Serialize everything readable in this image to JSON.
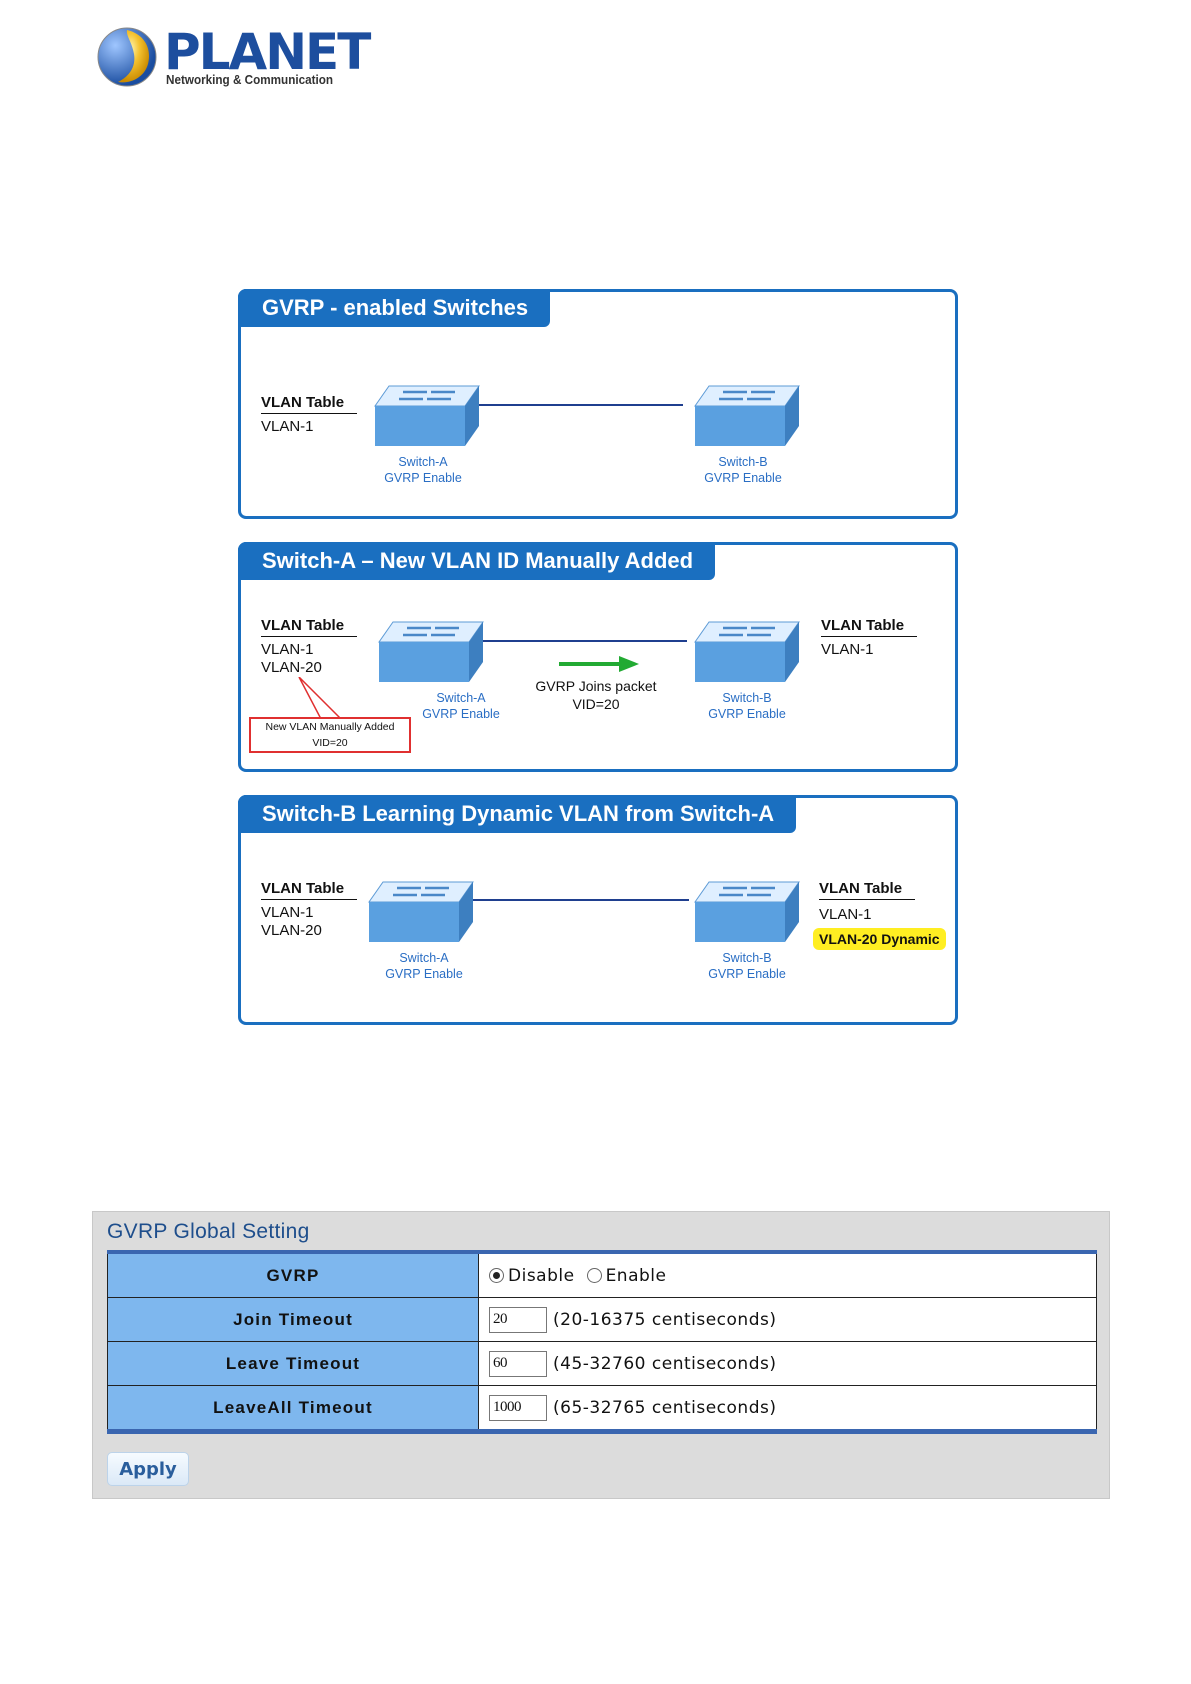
{
  "brand": {
    "name": "PLANET",
    "tagline": "Networking & Communication"
  },
  "diagram": {
    "panels": [
      {
        "title": "GVRP - enabled Switches",
        "left_table": {
          "heading": "VLAN Table",
          "items": [
            "VLAN-1"
          ]
        },
        "switch_a": {
          "name": "Switch-A",
          "status": "GVRP Enable"
        },
        "switch_b": {
          "name": "Switch-B",
          "status": "GVRP Enable"
        }
      },
      {
        "title": "Switch-A – New VLAN ID Manually Added",
        "left_table": {
          "heading": "VLAN Table",
          "items": [
            "VLAN-1",
            "VLAN-20"
          ]
        },
        "right_table": {
          "heading": "VLAN Table",
          "items": [
            "VLAN-1"
          ]
        },
        "switch_a": {
          "name": "Switch-A",
          "status": "GVRP Enable"
        },
        "switch_b": {
          "name": "Switch-B",
          "status": "GVRP Enable"
        },
        "packet": {
          "line1": "GVRP Joins packet",
          "line2": "VID=20"
        },
        "callout": {
          "line1": "New VLAN Manually Added",
          "line2": "VID=20"
        }
      },
      {
        "title": "Switch-B Learning Dynamic VLAN from Switch-A",
        "left_table": {
          "heading": "VLAN Table",
          "items": [
            "VLAN-1",
            "VLAN-20"
          ]
        },
        "right_table": {
          "heading": "VLAN Table",
          "items": [
            "VLAN-1"
          ],
          "dynamic": "VLAN-20 Dynamic"
        },
        "switch_a": {
          "name": "Switch-A",
          "status": "GVRP Enable"
        },
        "switch_b": {
          "name": "Switch-B",
          "status": "GVRP Enable"
        }
      }
    ],
    "colors": {
      "panel_border": "#1a6fc0",
      "link": "#1f3f8f",
      "arrow": "#22aa33",
      "highlight": "#ffee22",
      "callout_border": "#e03030"
    }
  },
  "settings": {
    "title": "GVRP Global Setting",
    "gvrp": {
      "label": "GVRP",
      "options": [
        "Disable",
        "Enable"
      ],
      "selected": "Disable"
    },
    "rows": [
      {
        "label": "Join Timeout",
        "value": "20",
        "range": "(20-16375 centiseconds)"
      },
      {
        "label": "Leave Timeout",
        "value": "60",
        "range": "(45-32760 centiseconds)"
      },
      {
        "label": "LeaveAll Timeout",
        "value": "1000",
        "range": "(65-32765 centiseconds)"
      }
    ],
    "apply_label": "Apply"
  }
}
